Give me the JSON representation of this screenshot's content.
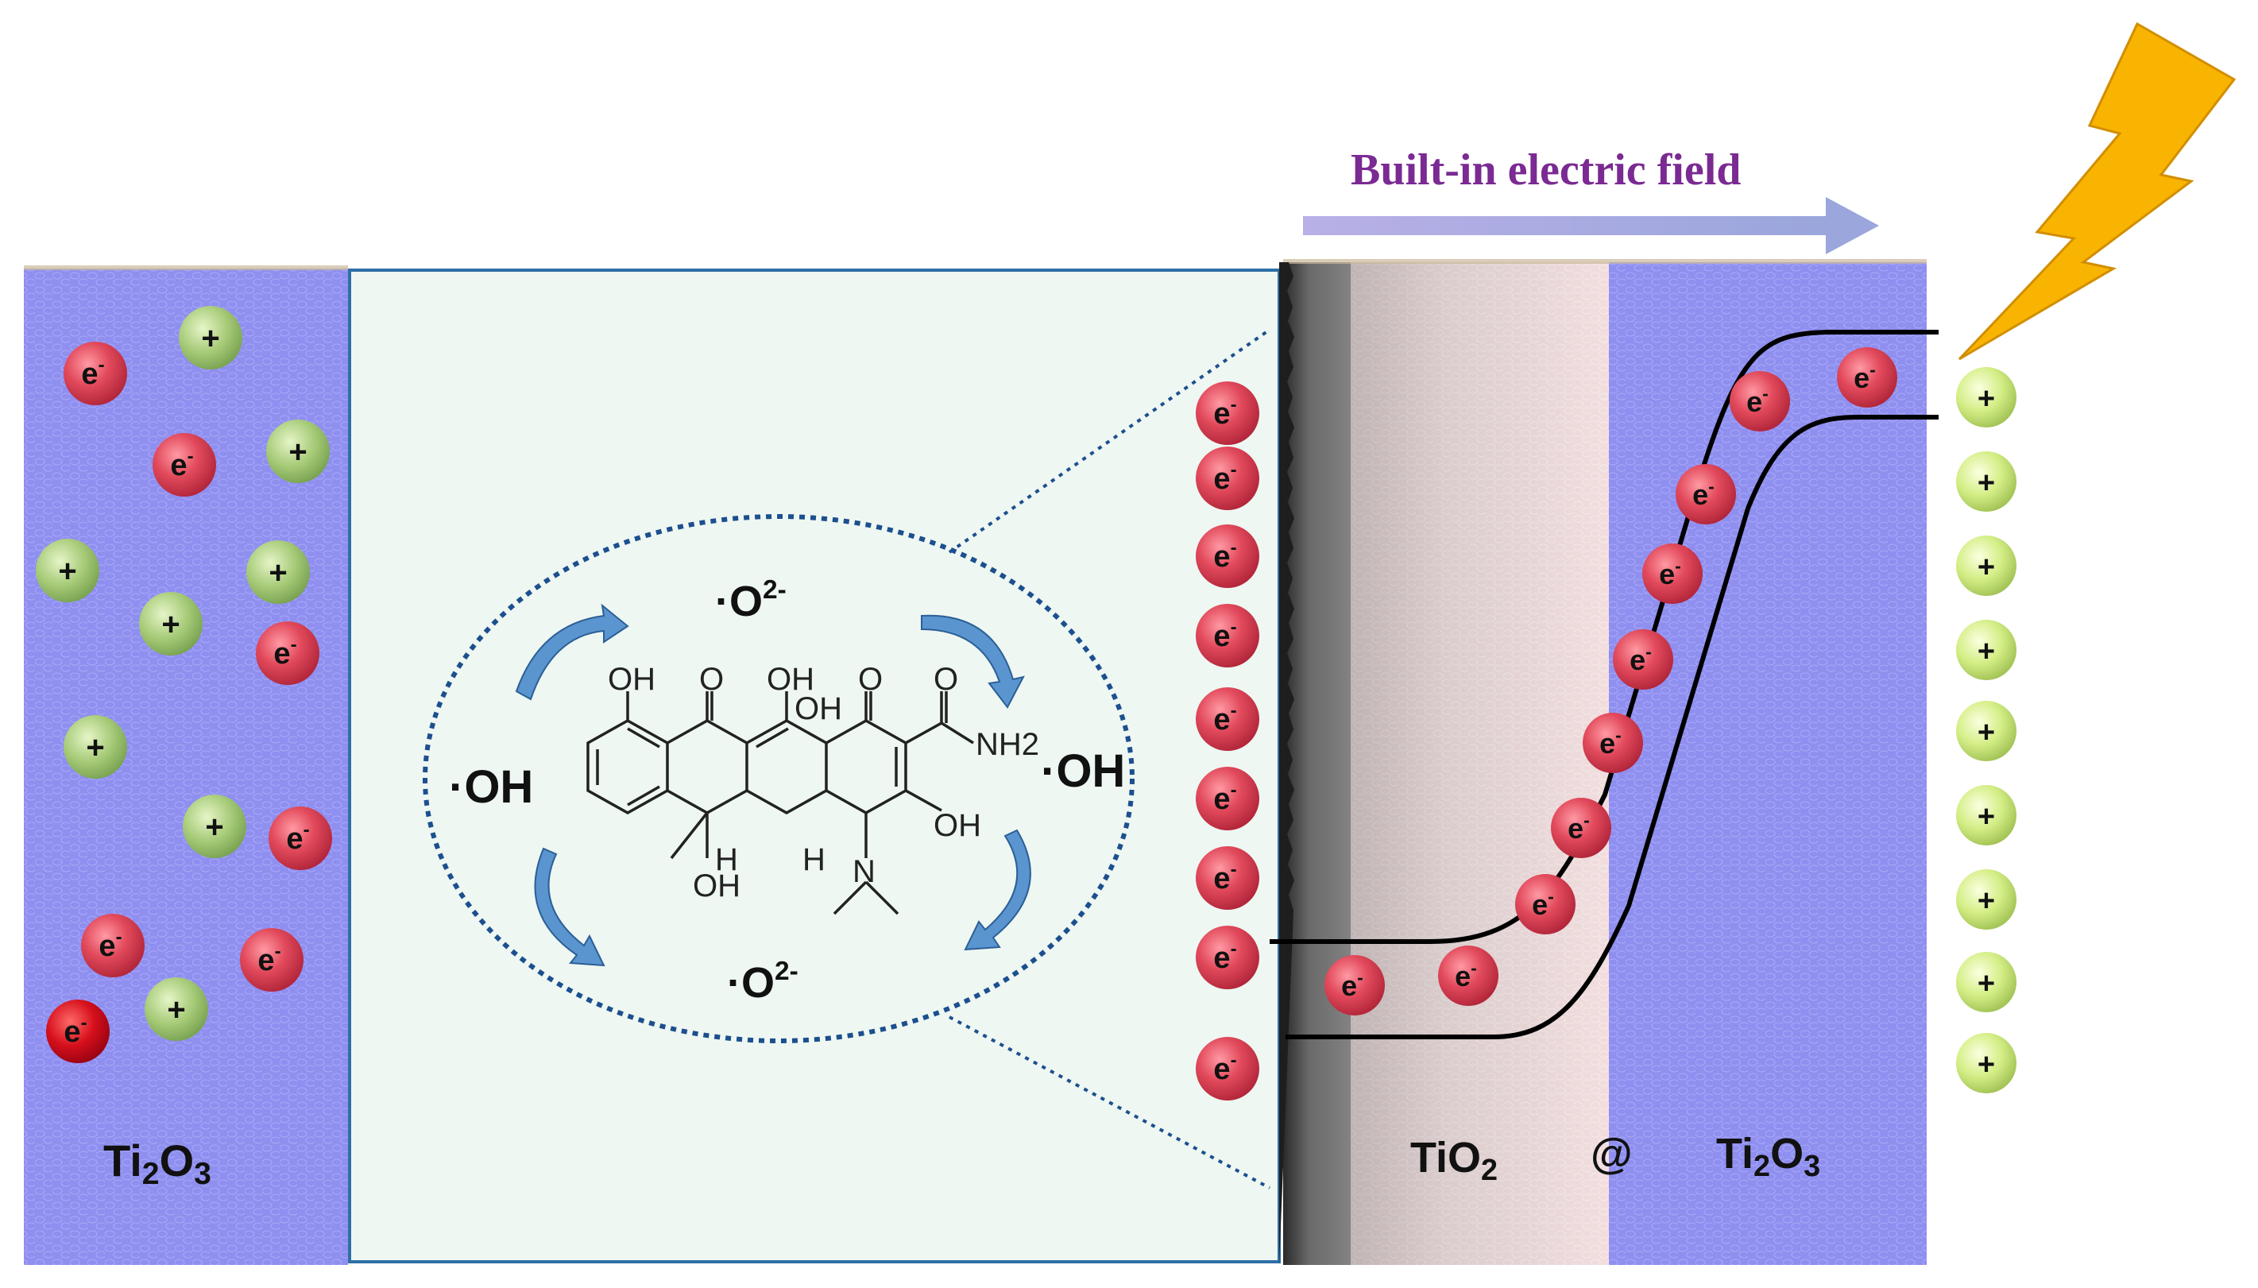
{
  "colors": {
    "layer_blue": "#8f8ff0",
    "tio2_pink": "#f3dcdd",
    "zoom_panel_bg": "#eef7f2",
    "zoom_panel_border": "#2e6fa6",
    "dotted_blue": "#1c4f8e",
    "arrow_purple": "#7a2a92",
    "field_arrow": "#9aa6dc",
    "electron_red": "#e24a5c",
    "hole_green": "#a8cc7a",
    "hole_yellowgreen": "#d4ee86",
    "bolt_yellow": "#f8b400",
    "curl_arrow_blue": "#5a95cf"
  },
  "labels": {
    "field_arrow": "Built-in electric field",
    "left_layer": "Ti2O3",
    "right_tio2": "TiO2",
    "right_at": "@",
    "right_ti2o3": "Ti2O3",
    "radical_o2_top": "·O2-",
    "radical_o2_bottom": "·O2-",
    "radical_oh_left": "·OH",
    "radical_oh_right": "·OH",
    "electron": "e-",
    "hole": "+"
  },
  "molecule": {
    "name": "tetracycline",
    "atom_labels": [
      "OH",
      "O",
      "OH",
      "O",
      "O",
      "OH",
      "NH2",
      "OH",
      "H",
      "H",
      "OH",
      "N"
    ]
  },
  "icons": {
    "lightning": "lightning-bolt-icon",
    "curl_arrow": "curved-arrow-icon"
  }
}
